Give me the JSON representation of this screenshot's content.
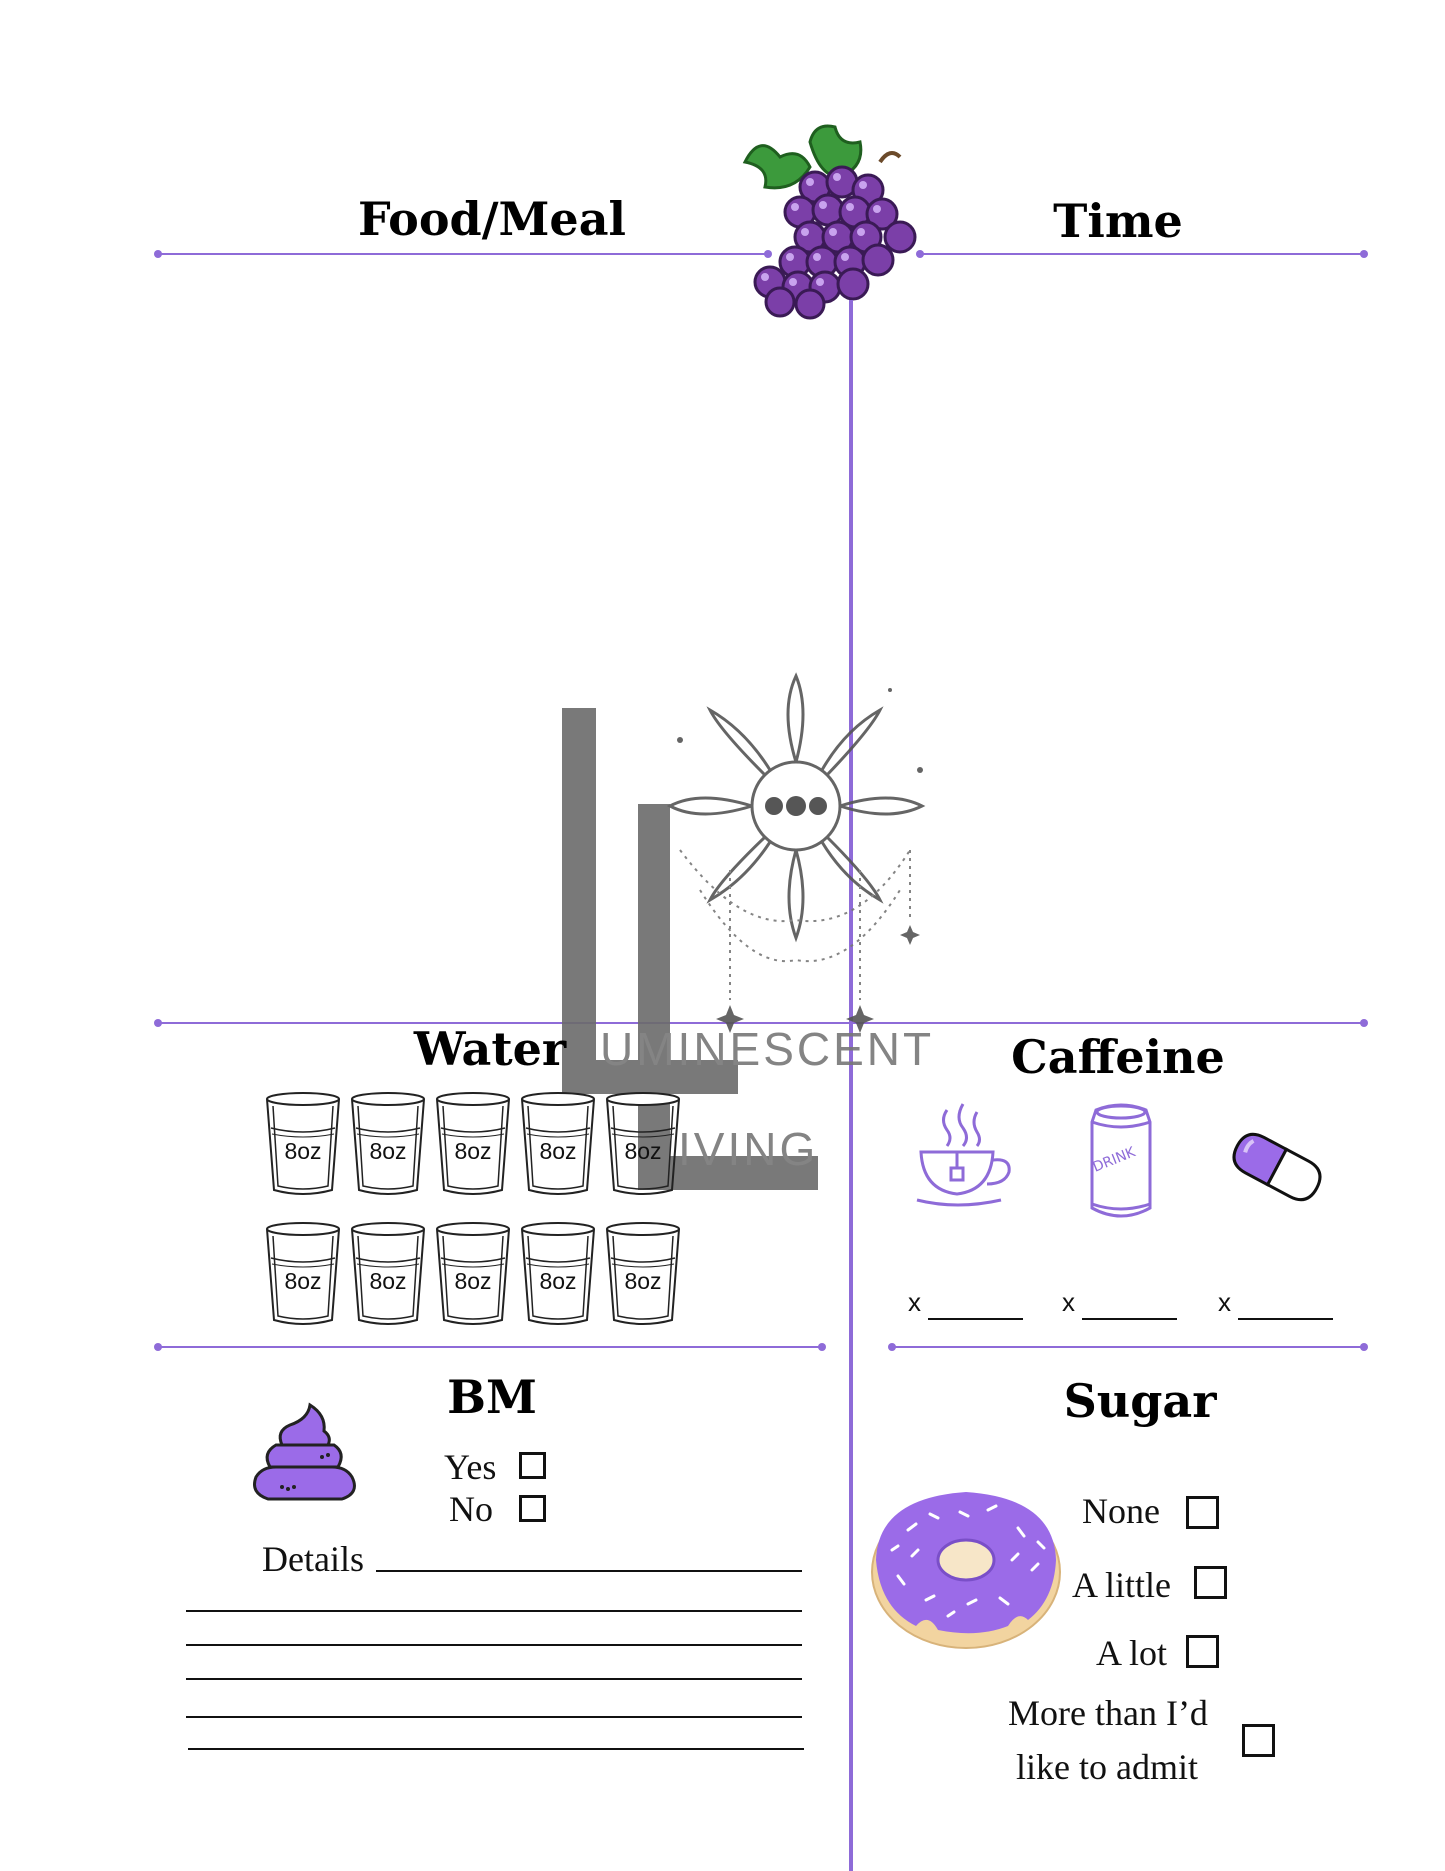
{
  "headings": {
    "food_meal": "Food/Meal",
    "time": "Time",
    "water": "Water",
    "caffeine": "Caffeine",
    "bm": "BM",
    "sugar": "Sugar"
  },
  "water": {
    "glasses": [
      "8oz",
      "8oz",
      "8oz",
      "8oz",
      "8oz",
      "8oz",
      "8oz",
      "8oz",
      "8oz",
      "8oz"
    ]
  },
  "caffeine": {
    "icons": [
      "tea-cup-icon",
      "drink-can-icon",
      "pill-icon"
    ],
    "can_label": "DRINK",
    "count_prefix": [
      "x",
      "x",
      "x"
    ]
  },
  "bm": {
    "yes_label": "Yes",
    "no_label": "No",
    "details_label": "Details"
  },
  "sugar": {
    "none_label": "None",
    "a_little_label": "A little",
    "a_lot_label": "A lot",
    "more_line1": "More than I’d",
    "more_line2": "like to admit"
  },
  "watermark": {
    "line1": "UMINESCENT",
    "line2": "IVING"
  },
  "colors": {
    "accent": "#8e6bd8",
    "purple_fill": "#9b6be8",
    "grape": "#7b3fa8",
    "leaf": "#3c9a3c"
  }
}
